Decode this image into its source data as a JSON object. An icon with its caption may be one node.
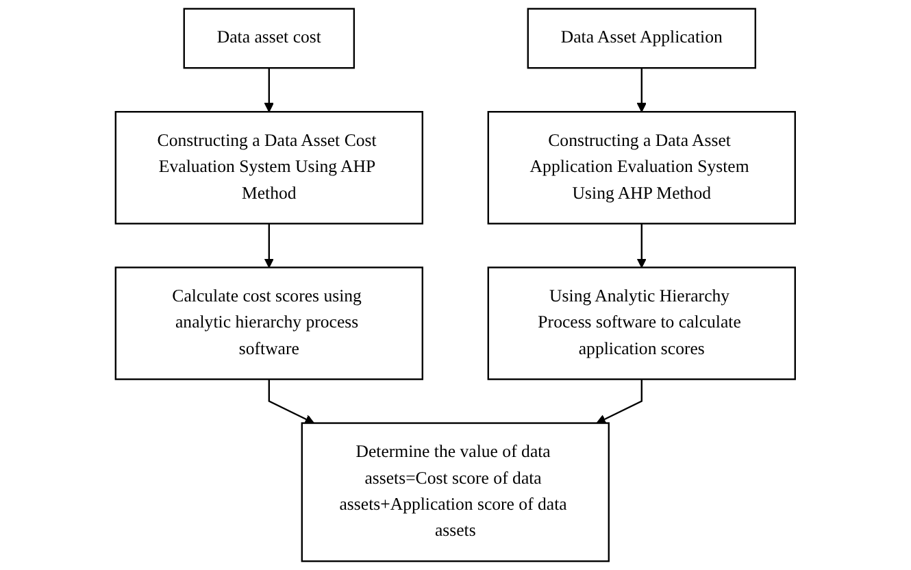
{
  "diagram": {
    "nodes": [
      {
        "text": [
          "Data asset cost"
        ]
      },
      {
        "text": [
          "Data Asset Application"
        ]
      },
      {
        "text": [
          "Constructing a Data Asset Cost Evaluation System Using AHP Method"
        ]
      },
      {
        "text": [
          "Constructing a Data Asset Application Evaluation System Using AHP Method"
        ]
      },
      {
        "text": [
          "Calculate cost scores using analytic hierarchy process software"
        ]
      },
      {
        "text": [
          "Using Analytic Hierarchy Process software to calculate application scores"
        ]
      },
      {
        "text": [
          "Determine the value of data assets=Cost score of data assets+Application score of data assets"
        ]
      }
    ],
    "edges": [
      {
        "from": 0,
        "to": 2,
        "arrow": "to"
      },
      {
        "from": 2,
        "to": 4,
        "arrow": "to"
      },
      {
        "from": 4,
        "to": 6,
        "arrow": "to"
      },
      {
        "from": 1,
        "to": 3,
        "arrow": "to"
      },
      {
        "from": 3,
        "to": 5,
        "arrow": "to"
      },
      {
        "from": 5,
        "to": 6,
        "arrow": "to"
      }
    ]
  }
}
